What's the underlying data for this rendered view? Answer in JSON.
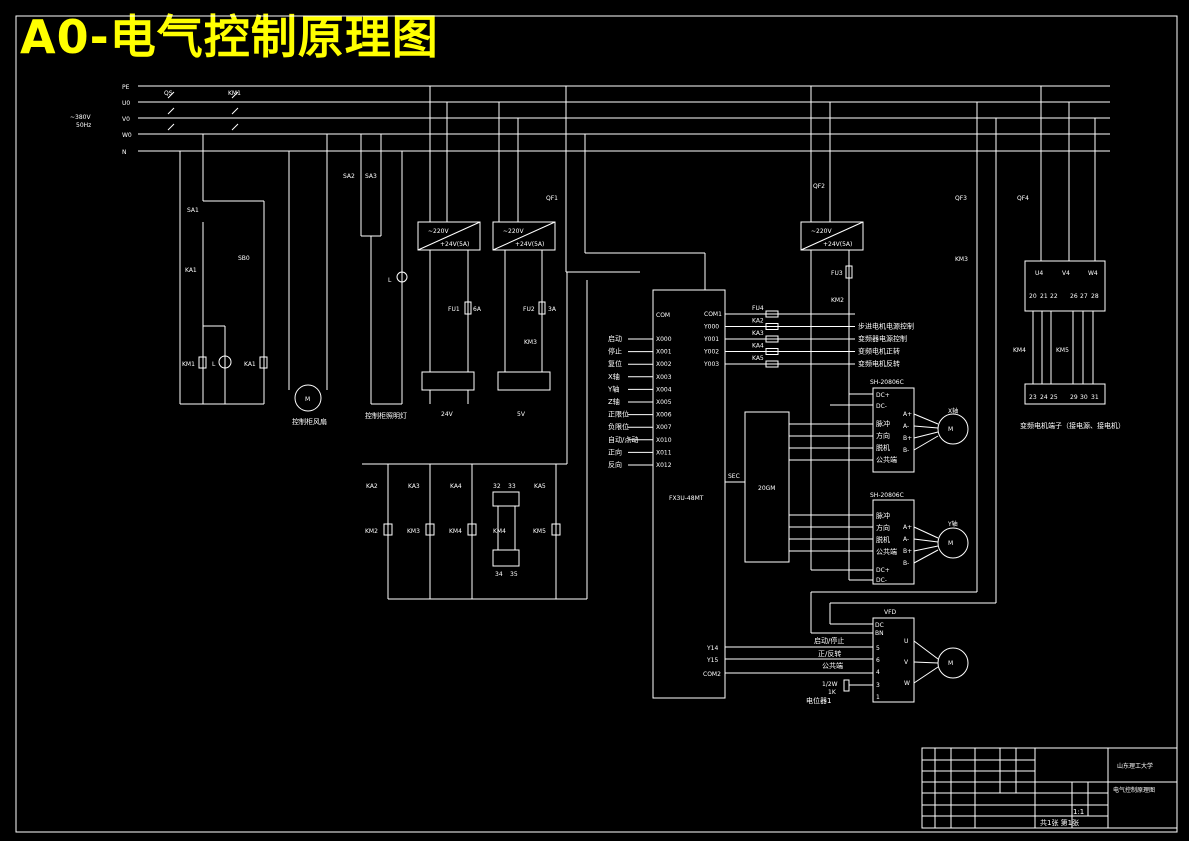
{
  "title": "A0-电气控制原理图",
  "rails": {
    "labels": [
      "PE",
      "U0",
      "V0",
      "W0",
      "N"
    ],
    "supply": [
      "~380V",
      "50Hz"
    ]
  },
  "breakers": {
    "main": "QS",
    "contactor": "KM1",
    "qf1": "QF1",
    "qf2": "QF2",
    "qf3": "QF3",
    "qf4": "QF4"
  },
  "left_circuit": {
    "sa1": "SA1",
    "ka1": "KA1",
    "sb0": "SB0",
    "km1_coil": "KM1",
    "lamp": "L",
    "ka1_coil": "KA1",
    "fan_motor": "M",
    "fan_label": "控制柜风扇",
    "sa2": "SA2",
    "sa3": "SA3",
    "lamp2": "L",
    "light_label": "控制柜照明灯"
  },
  "power_supplies": [
    {
      "in": "~220V",
      "out": "+24V(5A)",
      "fuse": "FU1",
      "fuse_rating": "6A",
      "dc": "24V"
    },
    {
      "in": "~220V",
      "out": "+24V(5A)",
      "fuse": "FU2",
      "fuse_rating": "3A",
      "contact": "KM3",
      "dc": "5V"
    },
    {
      "in": "~220V",
      "out": "+24V(5A)",
      "fuse": "FU3",
      "contact": "KM2"
    }
  ],
  "relay_block": {
    "contacts": [
      "KA2",
      "KA3",
      "KA4",
      "KA5"
    ],
    "coils": [
      "KM2",
      "KM3",
      "KM4",
      "KM5"
    ],
    "limit_top": [
      "32",
      "33"
    ],
    "km4_contact": "KM4",
    "limit_bottom": [
      "34",
      "35"
    ]
  },
  "plc": {
    "model": "FX3U-48MT",
    "com": "COM",
    "inputs": [
      {
        "addr": "X000",
        "label": "启动"
      },
      {
        "addr": "X001",
        "label": "停止"
      },
      {
        "addr": "X002",
        "label": "复位"
      },
      {
        "addr": "X003",
        "label": "X轴"
      },
      {
        "addr": "X004",
        "label": "Y轴"
      },
      {
        "addr": "X005",
        "label": "Z轴"
      },
      {
        "addr": "X006",
        "label": "正限位"
      },
      {
        "addr": "X007",
        "label": "负限位"
      },
      {
        "addr": "X010",
        "label": "自动/点动"
      },
      {
        "addr": "X011",
        "label": "正向"
      },
      {
        "addr": "X012",
        "label": "反向"
      }
    ],
    "outputs": [
      {
        "addr": "COM1",
        "dev": "FU4",
        "desc": ""
      },
      {
        "addr": "Y000",
        "dev": "KA2",
        "desc": "步进电机电源控制"
      },
      {
        "addr": "Y001",
        "dev": "KA3",
        "desc": "变频器电源控制"
      },
      {
        "addr": "Y002",
        "dev": "KA4",
        "desc": "变频电机正转"
      },
      {
        "addr": "Y003",
        "dev": "KA5",
        "desc": "变频电机反转"
      }
    ],
    "sec": "SEC",
    "y14": "Y14",
    "y15": "Y15",
    "com2": "COM2"
  },
  "controller": "20GM",
  "drivers": [
    {
      "model": "SH-20806C",
      "axis": "X轴",
      "pins_left": [
        "DC+",
        "DC-"
      ],
      "pins_right": [
        "A+",
        "A-",
        "B+",
        "B-"
      ],
      "signals": [
        "脉冲",
        "方向",
        "脱机",
        "公共端"
      ]
    },
    {
      "model": "SH-20806C",
      "axis": "Y轴",
      "pins_left": [
        "DC+",
        "DC-"
      ],
      "pins_right": [
        "A+",
        "A-",
        "B+",
        "B-"
      ],
      "signals": [
        "脉冲",
        "方向",
        "脱机",
        "公共端"
      ]
    }
  ],
  "vfd": {
    "title": "VFD",
    "dc_pins": [
      "DC",
      "BN"
    ],
    "terminals": [
      "5",
      "6",
      "4",
      "3",
      "1"
    ],
    "signals": [
      "启动/停止",
      "正/反转",
      "公共端"
    ],
    "outputs": [
      "U",
      "V",
      "W"
    ],
    "pot": [
      "1/2W",
      "1K"
    ],
    "pot_label": "电位器1"
  },
  "right_block": {
    "km3": "KM3",
    "terms_top": [
      "U4",
      "V4",
      "W4"
    ],
    "nums_top": [
      "20",
      "21",
      "22",
      "26",
      "27",
      "28"
    ],
    "km": [
      "KM4",
      "KM5"
    ],
    "nums_bottom": [
      "23",
      "24",
      "25",
      "29",
      "30",
      "31"
    ],
    "label": "变频电机端子（接电源、接电机）"
  },
  "title_block": {
    "school": "山东理工大学",
    "drawing": "电气控制原理图",
    "scale": "1:1",
    "sheet": "共1张 第1张"
  }
}
